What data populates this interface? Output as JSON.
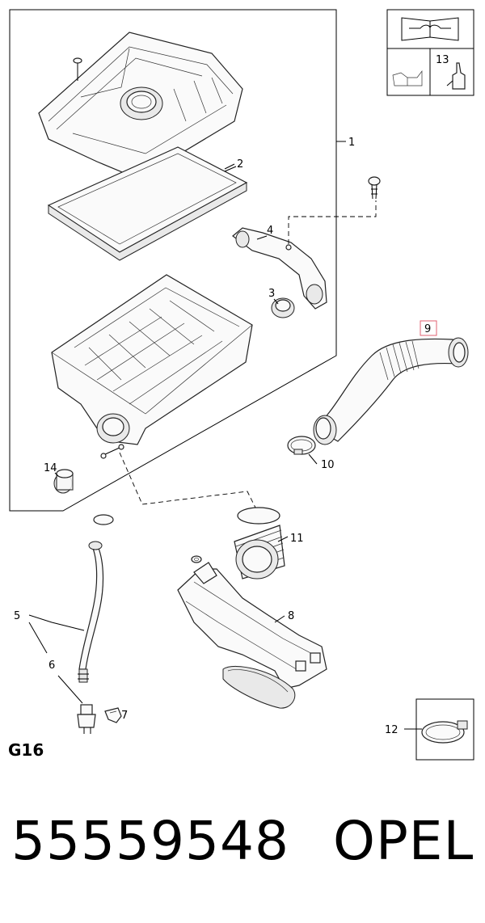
{
  "callouts": {
    "c1": "1",
    "c2": "2",
    "c3": "3",
    "c4": "4",
    "c5": "5",
    "c6": "6",
    "c7": "7",
    "c8": "8",
    "c9": "9",
    "c10": "10",
    "c11": "11",
    "c12": "12",
    "c13": "13",
    "c14": "14"
  },
  "highlight_color": "#e06070",
  "group_code": "G16",
  "part_number": "55559548",
  "brand": "OPEL"
}
